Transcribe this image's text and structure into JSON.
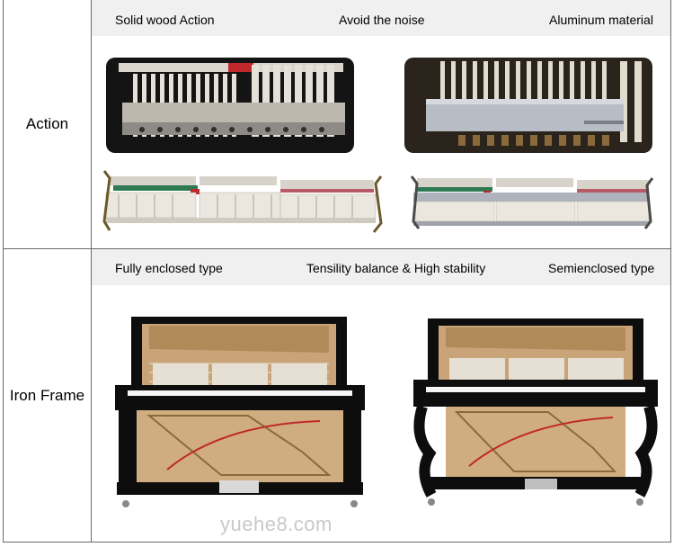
{
  "rows": [
    {
      "label": "Action",
      "captions": [
        "Solid wood Action",
        "Avoid the noise",
        "Aluminum material"
      ],
      "images": [
        {
          "name": "wood-action-closeup-photo"
        },
        {
          "name": "aluminum-action-closeup-photo"
        },
        {
          "name": "wood-action-full-photo"
        },
        {
          "name": "aluminum-action-full-photo"
        }
      ]
    },
    {
      "label": "Iron Frame",
      "captions": [
        "Fully enclosed type",
        "Tensility balance & High stability",
        "Semienclosed type"
      ],
      "images": [
        {
          "name": "fully-enclosed-piano-photo"
        },
        {
          "name": "semienclosed-piano-photo"
        }
      ]
    }
  ],
  "watermark": "yuehe8.com",
  "colors": {
    "border": "#6a6a6a",
    "band": "#f0f0f0",
    "piano_black": "#0d0d0d",
    "wood": "#c8a478",
    "felt_red": "#c0282c",
    "aluminum": "#b8bcc4"
  }
}
